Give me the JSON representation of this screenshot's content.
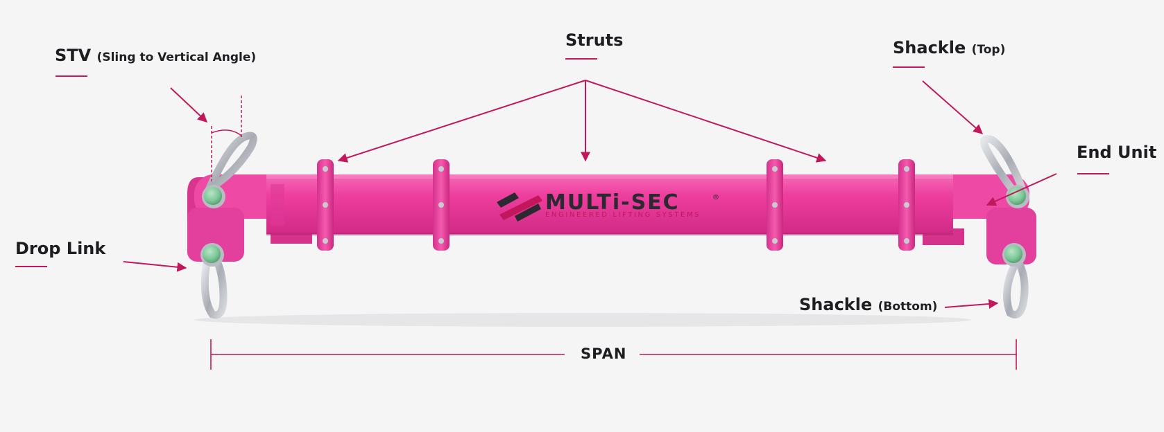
{
  "labels": {
    "stv": {
      "main": "STV",
      "sub": "(Sling to Vertical Angle)"
    },
    "struts": {
      "main": "Struts"
    },
    "shackle_top": {
      "main": "Shackle",
      "sub": "(Top)"
    },
    "end_unit": {
      "main": "End Unit"
    },
    "drop_link": {
      "main": "Drop Link"
    },
    "shackle_bottom": {
      "main": "Shackle",
      "sub": "(Bottom)"
    },
    "span": "SPAN"
  },
  "logo": {
    "brand": "MULTi-SEC",
    "registered": "®",
    "tagline": "ENGINEERED LIFTING SYSTEMS"
  },
  "colors": {
    "beam": "#ef3fa0",
    "beam_dark": "#c92a84",
    "beam_light": "#f566b4",
    "accent": "#c2185b",
    "pin": "#7fc89a",
    "steel": "#b9bcc2"
  }
}
